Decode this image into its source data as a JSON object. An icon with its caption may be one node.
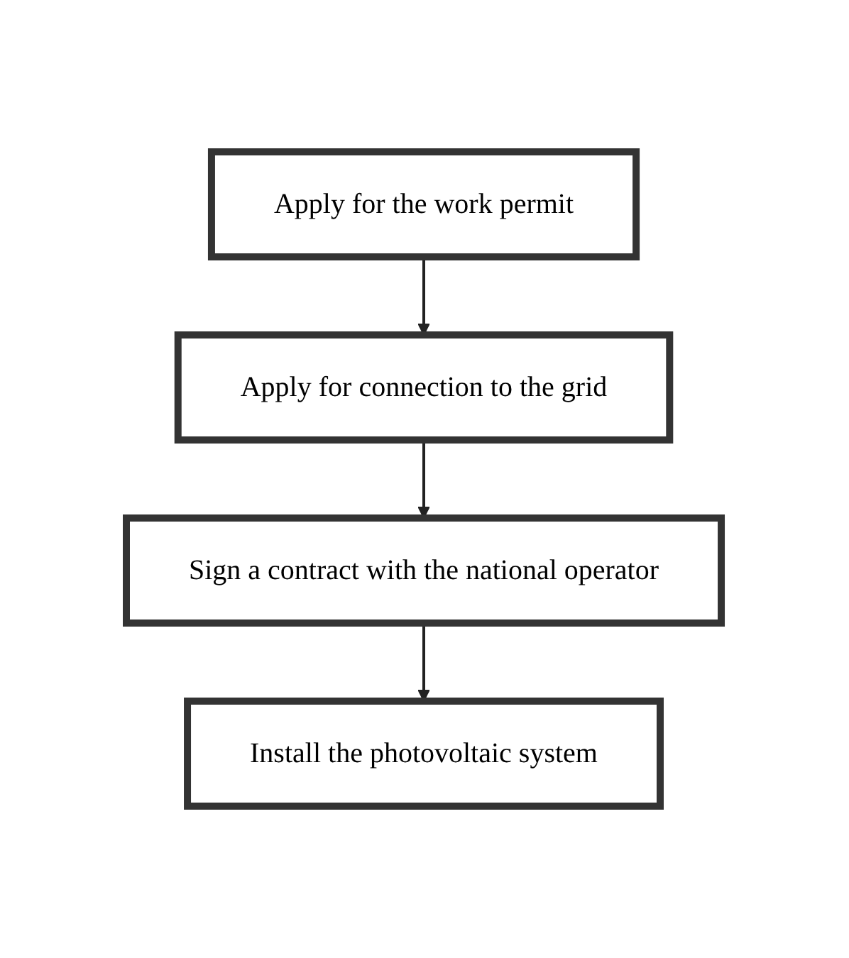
{
  "diagram": {
    "nodes": [
      {
        "text": [
          "Apply for the work permit"
        ]
      },
      {
        "text": [
          "Apply for connection to the grid"
        ]
      },
      {
        "text": [
          "Sign a contract with the national operator"
        ]
      },
      {
        "text": [
          "Install the photovoltaic system"
        ]
      }
    ],
    "edges": [
      {
        "from": 0,
        "to": 1,
        "arrow": "to"
      },
      {
        "from": 1,
        "to": 2,
        "arrow": "to"
      },
      {
        "from": 2,
        "to": 3,
        "arrow": "to"
      }
    ]
  }
}
